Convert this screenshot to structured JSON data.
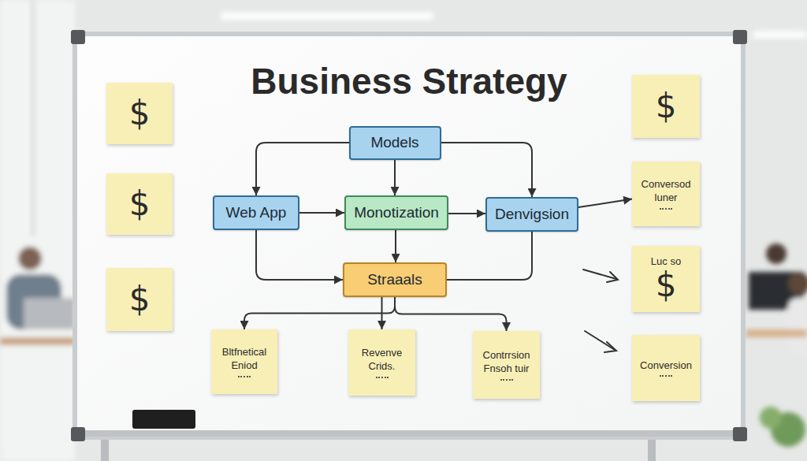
{
  "diagram": {
    "title": "Business Strategy",
    "nodes": [
      {
        "text": [
          "$"
        ]
      },
      {
        "text": [
          "$"
        ]
      },
      {
        "text": [
          "Models"
        ]
      },
      {
        "text": [
          "$"
        ]
      },
      {
        "text": [
          "Web App"
        ]
      },
      {
        "text": [
          "Monotization"
        ]
      },
      {
        "text": [
          "Denvigsion"
        ]
      },
      {
        "text": [
          "Conversod luner"
        ]
      },
      {
        "text": [
          "$"
        ]
      },
      {
        "text": [
          "Luc so",
          "$"
        ]
      },
      {
        "text": [
          "Straaals"
        ]
      },
      {
        "text": [
          "Bltfnetical Eniod"
        ]
      },
      {
        "text": [
          "Revenve Crids."
        ]
      },
      {
        "text": [
          "Contrrsion Fnsoh tuir"
        ]
      },
      {
        "text": [
          "Conversion"
        ]
      }
    ],
    "edges": [
      {
        "from": 2,
        "to": 4,
        "arrow": "to"
      },
      {
        "from": 2,
        "to": 5,
        "arrow": "to"
      },
      {
        "from": 2,
        "to": 6,
        "arrow": "to"
      },
      {
        "from": 4,
        "to": 5,
        "arrow": "to"
      },
      {
        "from": 5,
        "to": 6,
        "arrow": "to"
      },
      {
        "from": 5,
        "to": 10,
        "arrow": "to"
      },
      {
        "from": 4,
        "to": 10,
        "arrow": "to"
      },
      {
        "from": 6,
        "to": 10,
        "arrow": "none"
      },
      {
        "from": 10,
        "to": 11,
        "arrow": "to"
      },
      {
        "from": 10,
        "to": 12,
        "arrow": "to"
      },
      {
        "from": 10,
        "to": 13,
        "arrow": "to"
      },
      {
        "from": 6,
        "to": 7,
        "arrow": "to"
      }
    ]
  }
}
